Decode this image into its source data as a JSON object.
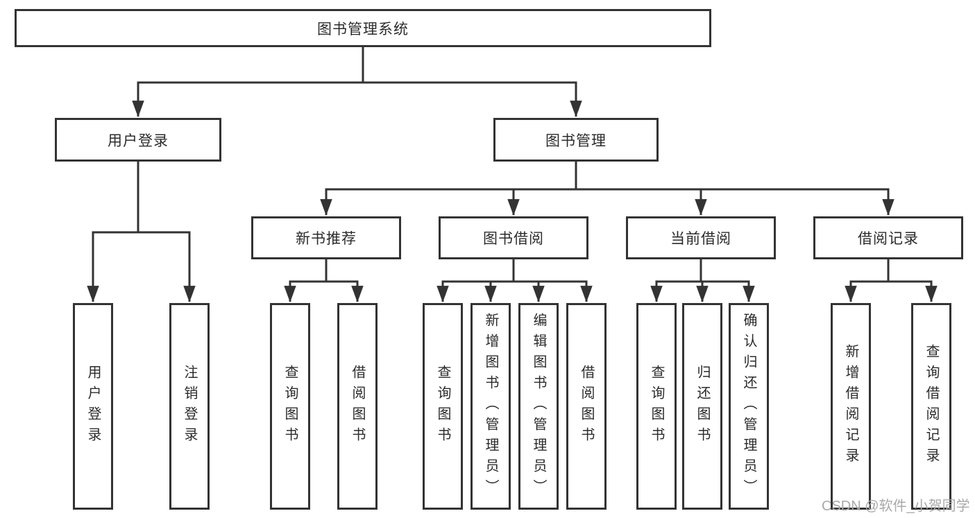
{
  "diagram": {
    "type": "function-structure-tree",
    "root": {
      "label": "图书管理系统"
    },
    "branches": [
      {
        "label": "用户登录",
        "leaves": [
          {
            "label": "用户登录"
          },
          {
            "label": "注销登录"
          }
        ]
      },
      {
        "label": "图书管理",
        "groups": [
          {
            "label": "新书推荐",
            "leaves": [
              {
                "label": "查询图书"
              },
              {
                "label": "借阅图书"
              }
            ]
          },
          {
            "label": "图书借阅",
            "leaves": [
              {
                "label": "查询图书"
              },
              {
                "label": "新增图书（管理员）"
              },
              {
                "label": "编辑图书（管理员）"
              },
              {
                "label": "借阅图书"
              }
            ]
          },
          {
            "label": "当前借阅",
            "leaves": [
              {
                "label": "查询图书"
              },
              {
                "label": "归还图书"
              },
              {
                "label": "确认归还（管理员）"
              }
            ]
          },
          {
            "label": "借阅记录",
            "leaves": [
              {
                "label": "新增借阅记录"
              },
              {
                "label": "查询借阅记录"
              }
            ]
          }
        ]
      }
    ]
  },
  "watermark": {
    "text": "CSDN @软件_小贺同学"
  },
  "colors": {
    "line": "#333333",
    "box_border": "#333333",
    "box_fill": "#ffffff",
    "text": "#2b2b2b",
    "watermark": "#a9a9a9",
    "background": "#ffffff"
  }
}
